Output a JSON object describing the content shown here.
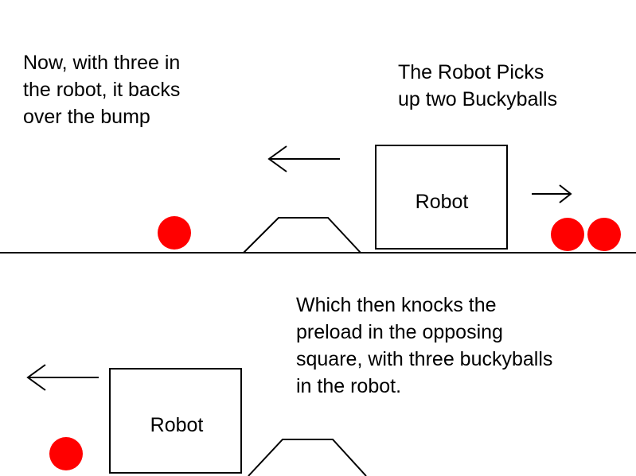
{
  "captions": {
    "top_left": "Now, with three in\nthe robot, it backs\nover the bump",
    "top_right": "The Robot Picks\nup two Buckyballs",
    "bottom": "Which then knocks the\npreload in the opposing\nsquare, with three buckyballs\nin the robot."
  },
  "robots": {
    "top_label": "Robot",
    "bottom_label": "Robot"
  },
  "colors": {
    "ball": "#ff0000",
    "ink": "#000000",
    "background": "#ffffff"
  }
}
